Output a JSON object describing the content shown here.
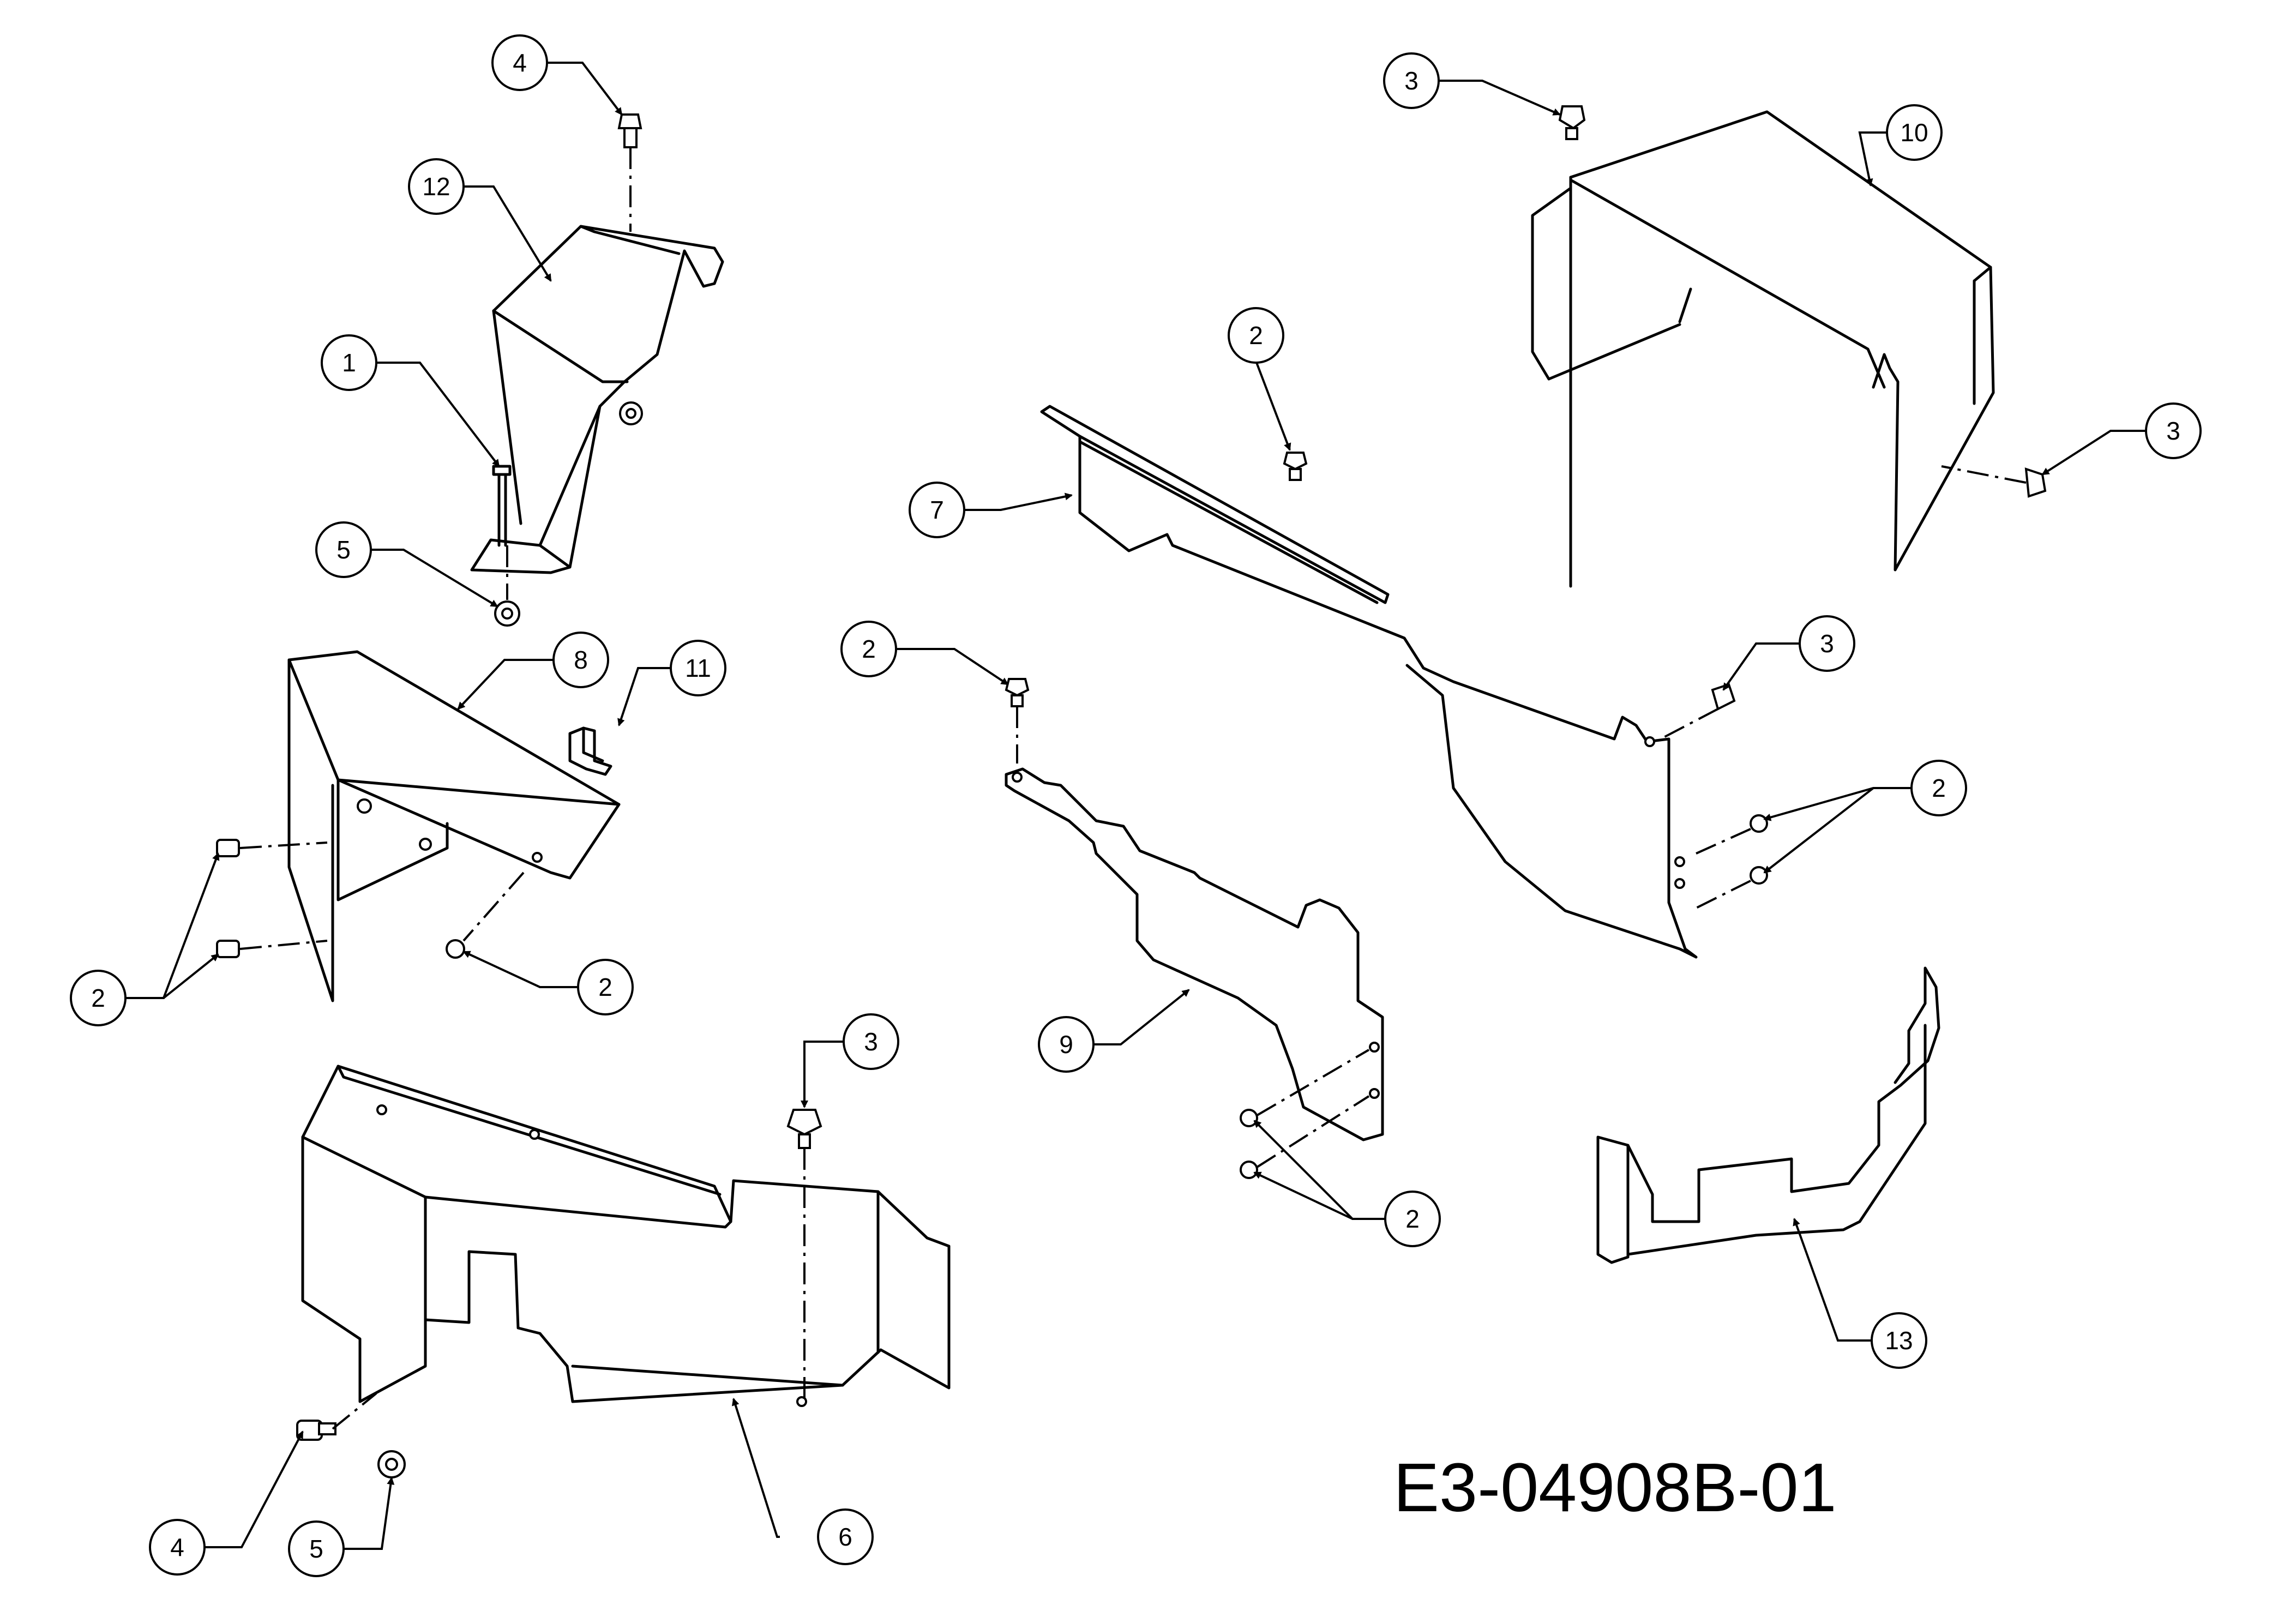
{
  "drawing_number": "E3-04908B-01",
  "callouts": [
    "4",
    "12",
    "1",
    "5",
    "8",
    "11",
    "2",
    "2",
    "3",
    "6",
    "4",
    "5",
    "2",
    "7",
    "2",
    "9",
    "2",
    "3",
    "10",
    "3",
    "3",
    "2",
    "13"
  ]
}
